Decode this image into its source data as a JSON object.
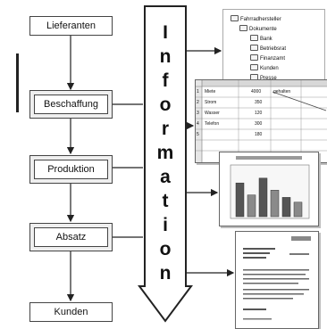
{
  "flow": {
    "suppliers": "Lieferanten",
    "procurement": "Beschaffung",
    "production": "Produktion",
    "sales": "Absatz",
    "customers": "Kunden"
  },
  "information_letters": [
    "I",
    "n",
    "f",
    "o",
    "r",
    "m",
    "a",
    "t",
    "i",
    "o",
    "n"
  ],
  "tree": {
    "root": "Fahrradhersteller",
    "child": "Dokumente",
    "items": [
      "Bank",
      "Betriebsrat",
      "Finanzamt",
      "Kunden",
      "Presse"
    ]
  },
  "spreadsheet": {
    "rows": [
      [
        "1",
        "Miete",
        "4000",
        "gehalten"
      ],
      [
        "2",
        "Strom",
        "350",
        ""
      ],
      [
        "3",
        "Wasser",
        "120",
        ""
      ],
      [
        "4",
        "Telefon",
        "300",
        ""
      ],
      [
        "5",
        "",
        "180",
        ""
      ]
    ]
  },
  "chart": {
    "bars": [
      {
        "value": 0.7,
        "color": "#555555"
      },
      {
        "value": 0.45,
        "color": "#8a8a8a"
      },
      {
        "value": 0.8,
        "color": "#555555"
      },
      {
        "value": 0.55,
        "color": "#8a8a8a"
      },
      {
        "value": 0.4,
        "color": "#555555"
      },
      {
        "value": 0.3,
        "color": "#8a8a8a"
      }
    ]
  }
}
